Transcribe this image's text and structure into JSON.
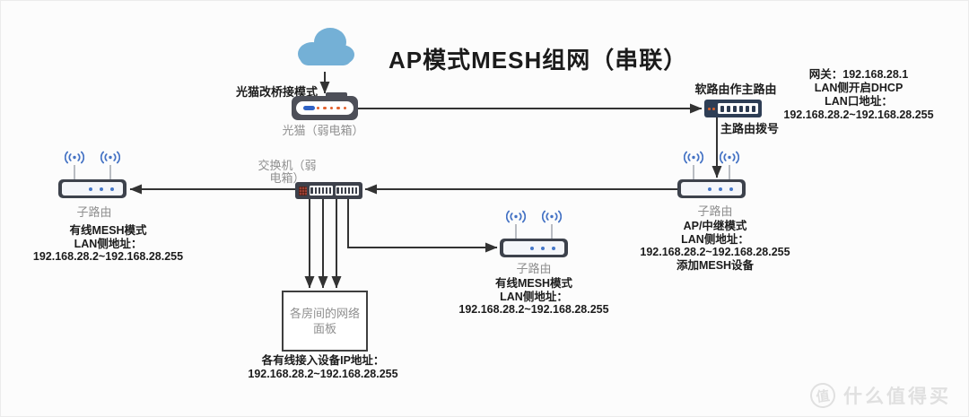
{
  "title": "AP模式MESH组网（串联）",
  "diagram": {
    "internet": {
      "icon": "cloud-icon"
    },
    "modem": {
      "mode_label": "光猫改桥接模式",
      "name": "光猫（弱电箱）"
    },
    "main_router": {
      "role_label": "软路由作主路由",
      "dial_label": "主路由拨号",
      "info_lines": [
        "网关：192.168.28.1",
        "LAN侧开启DHCP",
        "LAN口地址：",
        "192.168.28.2~192.168.28.255"
      ]
    },
    "right_router": {
      "name": "子路由",
      "detail_lines": [
        "AP/中继模式",
        "LAN侧地址：",
        "192.168.28.2~192.168.28.255",
        "添加MESH设备"
      ]
    },
    "switch": {
      "name_lines": [
        "交换机（弱",
        "电箱）"
      ]
    },
    "left_router": {
      "name": "子路由",
      "detail_lines": [
        "有线MESH模式",
        "LAN侧地址：",
        "192.168.28.2~192.168.28.255"
      ]
    },
    "middle_router": {
      "name": "子路由",
      "detail_lines": [
        "有线MESH模式",
        "LAN侧地址：",
        "192.168.28.2~192.168.28.255"
      ]
    },
    "panel": {
      "box_lines": [
        "各房间的网络",
        "面板"
      ],
      "detail_lines": [
        "各有线接入设备IP地址：",
        "192.168.28.2~192.168.28.255"
      ]
    }
  },
  "watermark": {
    "badge": "值",
    "text": "什么值得买"
  },
  "colors": {
    "cloud_blue": "#74b0d6",
    "wifi_blue": "#4472c4",
    "device_dark": "#3d424c",
    "main_router_navy": "#2e3e55",
    "orange_dot": "#e2602c",
    "modem_dash_blue": "#2f62c5",
    "switch_red_block": "#9a4034",
    "connector_line": "#333333",
    "label_gray": "#8f8f8f",
    "text_dark": "#1c1c1c",
    "watermark_gray": "#e0e0e0"
  }
}
